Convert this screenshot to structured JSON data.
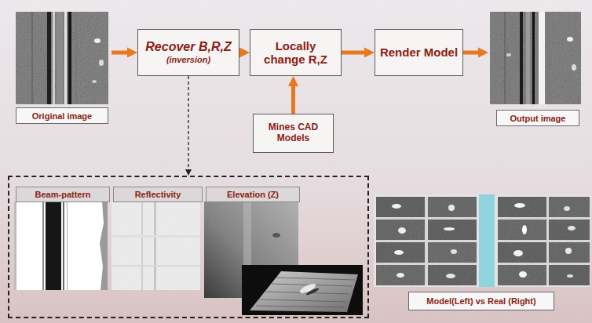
{
  "diagram": {
    "nodes": [
      {
        "text": [
          "Original image"
        ]
      },
      {
        "text": [
          "Recover B,R,Z",
          "(inversion)"
        ]
      },
      {
        "text": [
          "Locally change R,Z"
        ]
      },
      {
        "text": [
          "Render Model"
        ]
      },
      {
        "text": [
          "Output image"
        ]
      },
      {
        "text": [
          "Mines CAD Models"
        ]
      },
      {
        "text": []
      },
      {
        "text": [
          "Beam-pattern"
        ],
        "in": 6
      },
      {
        "text": [
          "Reflectivity"
        ],
        "in": 6
      },
      {
        "text": [
          "Elevation (Z)"
        ],
        "in": 6
      },
      {
        "text": [
          "Model(Left) vs Real (Right)"
        ]
      }
    ],
    "edges": [
      {
        "from": 0,
        "to": 1,
        "arrow": "to"
      },
      {
        "from": 1,
        "to": 2,
        "arrow": "to"
      },
      {
        "from": 2,
        "to": 3,
        "arrow": "to"
      },
      {
        "from": 3,
        "to": 4,
        "arrow": "to"
      },
      {
        "from": 5,
        "to": 2,
        "arrow": "to"
      },
      {
        "from": 1,
        "to": 6,
        "arrow": "to"
      }
    ]
  }
}
